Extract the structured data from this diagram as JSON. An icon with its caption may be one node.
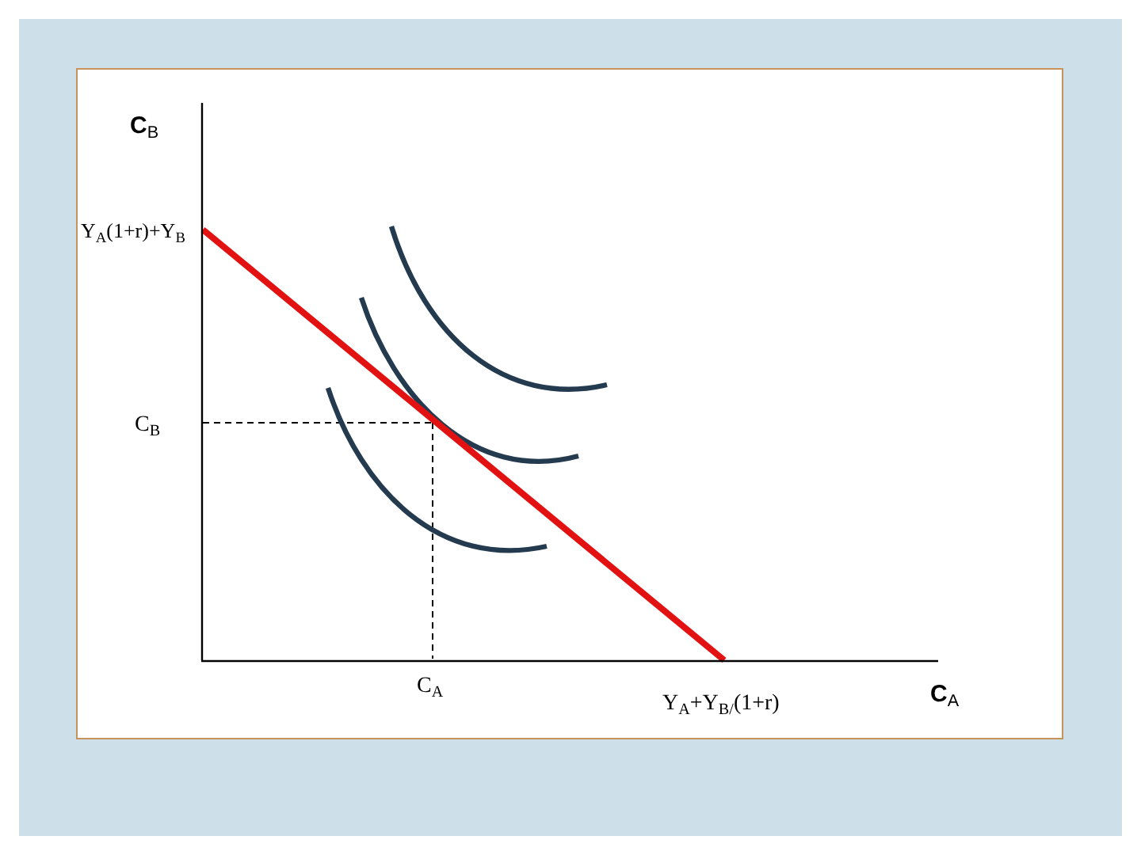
{
  "diagram": {
    "labels": [
      "C$_{B}$",
      "Y$_{A}$(1+r)+Y$_{B}$",
      "C$_{B}$",
      "C$_{A}$",
      "Y$_{A}$+Y$_{B/}$(1+r)",
      "C$_{A}$"
    ]
  }
}
